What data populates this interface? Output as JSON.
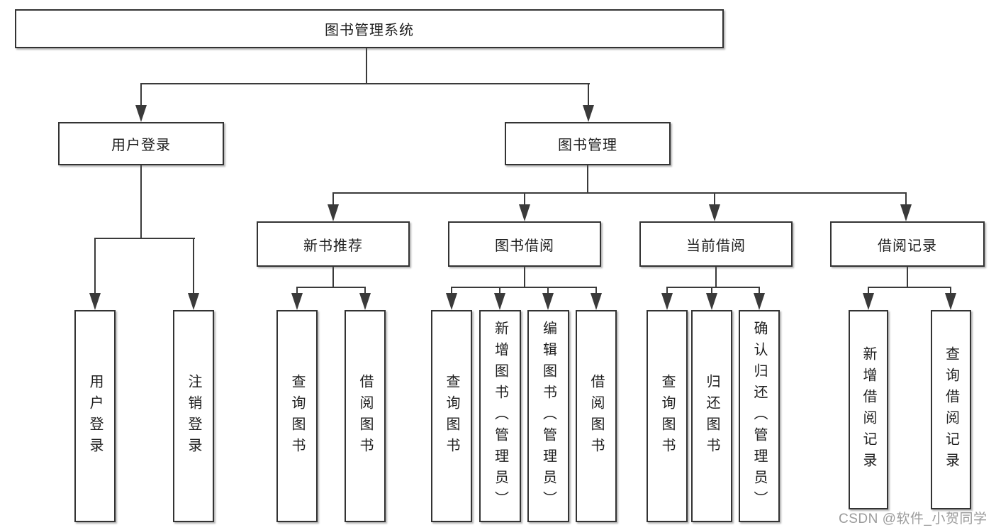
{
  "diagram": {
    "type": "tree",
    "title": "图书管理系统",
    "tree": {
      "label": "图书管理系统",
      "children": [
        {
          "label": "用户登录",
          "children": [
            {
              "label": "用户登录"
            },
            {
              "label": "注销登录"
            }
          ]
        },
        {
          "label": "图书管理",
          "children": [
            {
              "label": "新书推荐",
              "children": [
                {
                  "label": "查询图书"
                },
                {
                  "label": "借阅图书"
                }
              ]
            },
            {
              "label": "图书借阅",
              "children": [
                {
                  "label": "查询图书"
                },
                {
                  "label": "新增图书（管理员）"
                },
                {
                  "label": "编辑图书（管理员）"
                },
                {
                  "label": "借阅图书"
                }
              ]
            },
            {
              "label": "当前借阅",
              "children": [
                {
                  "label": "查询图书"
                },
                {
                  "label": "归还图书"
                },
                {
                  "label": "确认归还（管理员）"
                }
              ]
            },
            {
              "label": "借阅记录",
              "children": [
                {
                  "label": "新增借阅记录"
                },
                {
                  "label": "查询借阅记录"
                }
              ]
            }
          ]
        }
      ]
    },
    "colors": {
      "background": "#ffffff",
      "box_border": "#333333",
      "connector_line": "#3a3a3a",
      "text": "#1f1f1f",
      "watermark": "#9b9b9b"
    }
  },
  "watermark": {
    "text": "CSDN @软件_小贺同学"
  }
}
